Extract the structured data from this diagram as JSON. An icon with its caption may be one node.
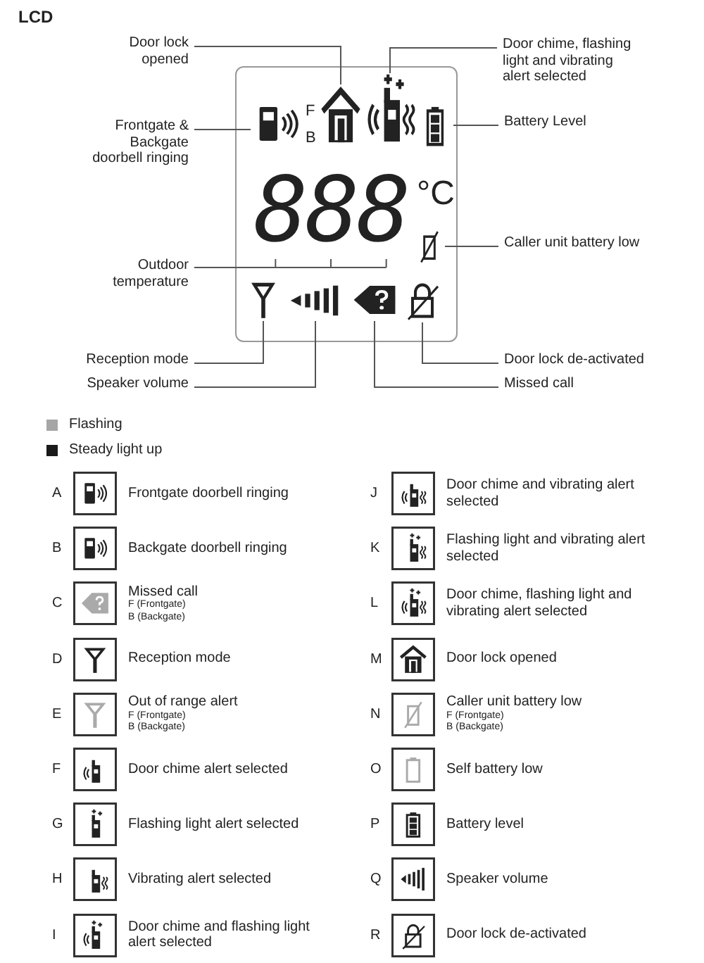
{
  "diagram": {
    "title": "LCD",
    "nodes": [
      {
        "text": [
          "Door lock opened"
        ]
      },
      {
        "text": [
          "Door chime, flashing light and vibrating alert selected"
        ]
      },
      {
        "text": [],
        "shape": "house"
      },
      {
        "text": [],
        "shape": "phone"
      },
      {
        "text": [
          "Frontgate & Backgate doorbell ringing"
        ]
      },
      {
        "text": [],
        "shape": "doorbell"
      },
      {
        "text": [
          "Battery Level"
        ]
      },
      {
        "text": [],
        "shape": "battery"
      },
      {
        "text": [
          "888"
        ]
      },
      {
        "text": [
          "Caller unit battery low"
        ]
      },
      {
        "text": [],
        "shape": "battery"
      },
      {
        "text": [
          "Outdoor temperature"
        ]
      },
      {
        "text": [],
        "shape": "antenna"
      },
      {
        "text": [],
        "shape": "speaker"
      },
      {
        "text": [],
        "shape": "tag"
      },
      {
        "text": [],
        "shape": "padlock"
      },
      {
        "text": [
          "Reception mode"
        ]
      },
      {
        "text": [
          "Door lock de-activated"
        ]
      },
      {
        "text": [
          "Speaker volume"
        ]
      },
      {
        "text": [
          "Missed call"
        ]
      }
    ],
    "edges": [
      {
        "from": 0,
        "to": 2,
        "arrow": "none"
      },
      {
        "from": 1,
        "to": 3,
        "arrow": "none"
      },
      {
        "from": 4,
        "to": 5,
        "arrow": "none"
      },
      {
        "from": 6,
        "to": 7,
        "arrow": "none"
      },
      {
        "from": 9,
        "to": 10,
        "arrow": "none"
      },
      {
        "from": 11,
        "to": 8,
        "arrow": "none"
      },
      {
        "from": 16,
        "to": 12,
        "arrow": "none"
      },
      {
        "from": 18,
        "to": 13,
        "arrow": "none"
      },
      {
        "from": 19,
        "to": 14,
        "arrow": "none"
      },
      {
        "from": 17,
        "to": 15,
        "arrow": "none"
      }
    ],
    "labels": [
      "F",
      "B",
      "°C",
      "A",
      "Frontgate doorbell ringing",
      "B",
      "Backgate doorbell ringing",
      "C",
      "Missed call",
      "F (Frontgate)",
      "B (Backgate)",
      "D",
      "Reception mode",
      "E",
      "Out of range alert",
      "F (Frontgate)",
      "B (Backgate)",
      "F",
      "Door chime alert selected",
      "G",
      "Flashing light alert selected",
      "H",
      "Vibrating alert selected",
      "I",
      "Door chime and flashing light alert selected",
      "J",
      "Door chime and vibrating alert selected",
      "K",
      "Flashing light and vibrating alert selected",
      "L",
      "Door chime, flashing light and vibrating alert selected",
      "M",
      "Door lock opened",
      "N",
      "Caller unit battery low",
      "F (Frontgate)",
      "B (Backgate)",
      "O",
      "Self battery low",
      "P",
      "Battery level",
      "Q",
      "Speaker volume",
      "R",
      "Door lock de-activated"
    ],
    "legend": [
      {
        "text": "Flashing",
        "color": "#a6a6a6"
      },
      {
        "text": "Steady light up",
        "color": "#1a1a1a"
      }
    ]
  }
}
